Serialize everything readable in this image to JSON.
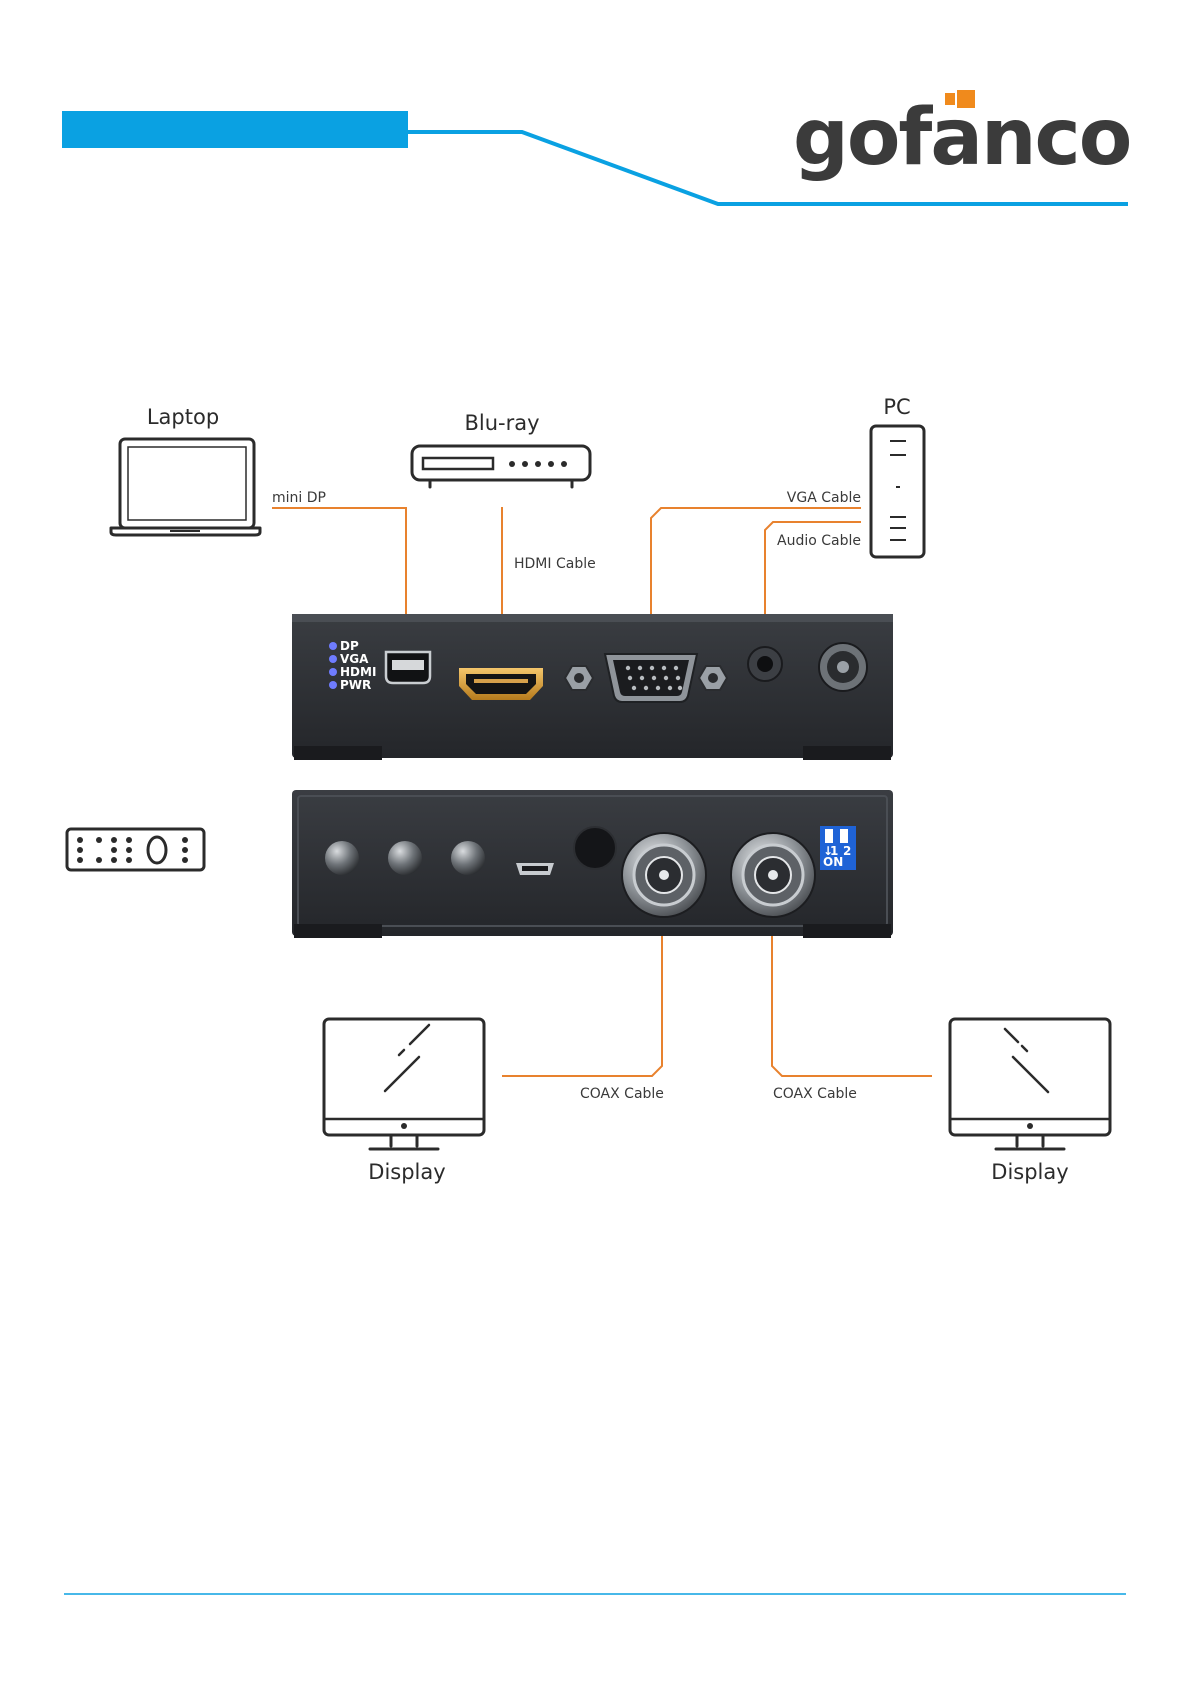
{
  "brand": {
    "logo_text": "gofanco",
    "accent": "#0aa1e2",
    "logo_orange": "#f08a1c",
    "logo_gray": "#3b3b3b"
  },
  "devices": {
    "laptop": "Laptop",
    "bluray": "Blu-ray",
    "pc": "PC",
    "display_left": "Display",
    "display_right": "Display"
  },
  "cables": {
    "mini_dp": "mini DP",
    "hdmi": "HDMI Cable",
    "vga": "VGA Cable",
    "audio": "Audio Cable",
    "coax_left": "COAX Cable",
    "coax_right": "COAX Cable"
  },
  "front_panel": {
    "leds": [
      "DP",
      "VGA",
      "HDMI",
      "PWR"
    ]
  },
  "rear_panel": {
    "dip_numbers": [
      "1",
      "2"
    ],
    "dip_on": "ON"
  },
  "colors": {
    "cable": "#e8822e",
    "panel": "#2e3136",
    "led": "#5b6cff",
    "dip": "#1f63d6"
  }
}
